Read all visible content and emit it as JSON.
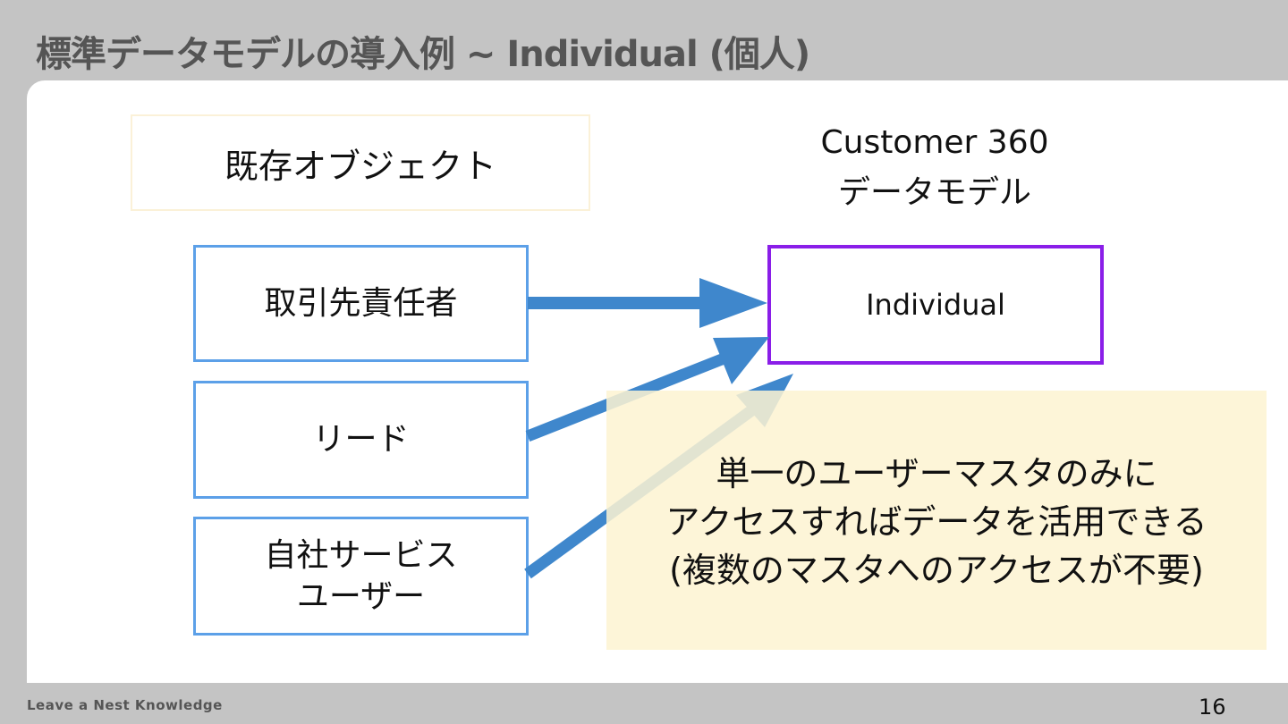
{
  "title": "標準データモデルの導入例 ~ Individual (個人)",
  "existing_label": "既存オブジェクト",
  "model_heading": [
    "Customer 360",
    "データモデル"
  ],
  "sources": [
    {
      "lines": [
        "取引先責任者"
      ]
    },
    {
      "lines": [
        "リード"
      ]
    },
    {
      "lines": [
        "自社サービス",
        "ユーザー"
      ]
    }
  ],
  "target": "Individual",
  "note_lines": [
    "単一のユーザーマスタのみに",
    "アクセスすればデータを活用できる",
    "(複数のマスタへのアクセスが不要)"
  ],
  "footer_brand": "Leave a Nest Knowledge",
  "page_number": "16",
  "colors": {
    "source_border": "#5ca0e8",
    "target_border": "#8a1ee8",
    "arrow": "#3f87cc",
    "note_fill": "#fdf3d2"
  }
}
